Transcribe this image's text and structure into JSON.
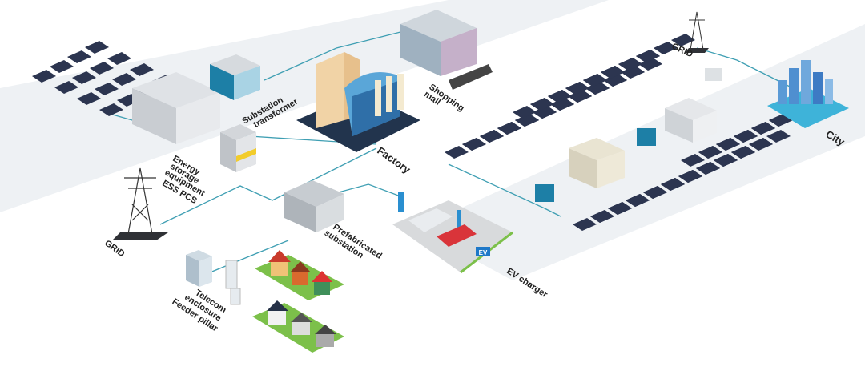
{
  "labels": {
    "ess_line1": "Energy",
    "ess_line2": "storage",
    "ess_line3": "equipment",
    "ess_line4": "ESS PCS",
    "substation_line1": "Substation",
    "substation_line2": "transformer",
    "factory": "Factory",
    "mall_line1": "Shopping",
    "mall_line2": "mall",
    "grid_left": "GRID",
    "grid_right": "GRID",
    "prefab_line1": "Prefabricated",
    "prefab_line2": "substation",
    "ev_charger": "EV charger",
    "ev_sign": "EV",
    "telecom_line1": "Telecom",
    "telecom_line2": "enclosure",
    "telecom_line3": "Feeder pillar",
    "city": "City"
  },
  "colors": {
    "connection_line": "#3f9fb3",
    "ground_band": "#eef1f4",
    "solar_panel": "#2c3550",
    "factory_base": "#22344d",
    "ev_sign": "#1e78c8",
    "car_red": "#d9343a",
    "grass": "#7cc04a"
  },
  "icons": [
    "solar-panel-icon",
    "energy-storage-cabinet-icon",
    "transformer-icon",
    "factory-icon",
    "shopping-mall-icon",
    "transmission-tower-icon",
    "prefab-substation-icon",
    "ev-charger-icon",
    "car-icon",
    "telecom-enclosure-icon",
    "house-icon",
    "city-icon"
  ]
}
